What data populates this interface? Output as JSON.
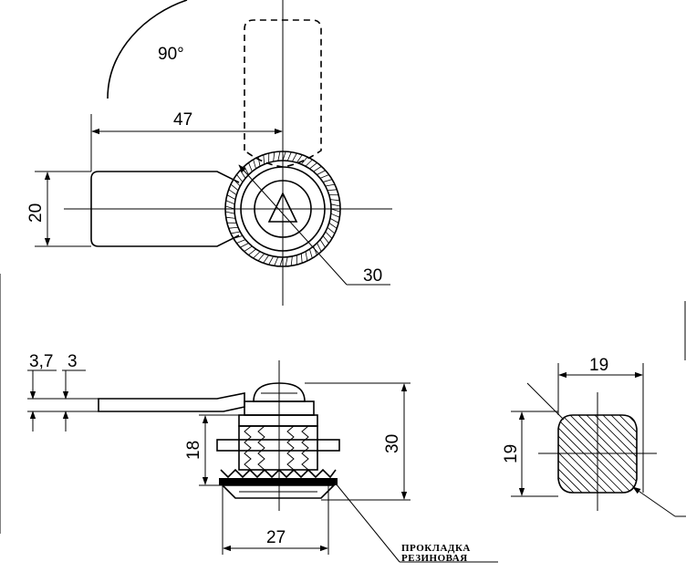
{
  "top_view": {
    "angle": "90°",
    "dim_width": "47",
    "dim_height": "20",
    "dim_diameter": "30"
  },
  "side_view": {
    "dim_thickness_a": "3,7",
    "dim_thickness_b": "3",
    "dim_thread": "18",
    "dim_total": "30",
    "dim_base": "27",
    "note_line1": "ПРОКЛАДКА",
    "note_line2": "РЕЗИНОВАЯ"
  },
  "cross_section": {
    "dim_width": "19",
    "dim_height": "19"
  }
}
